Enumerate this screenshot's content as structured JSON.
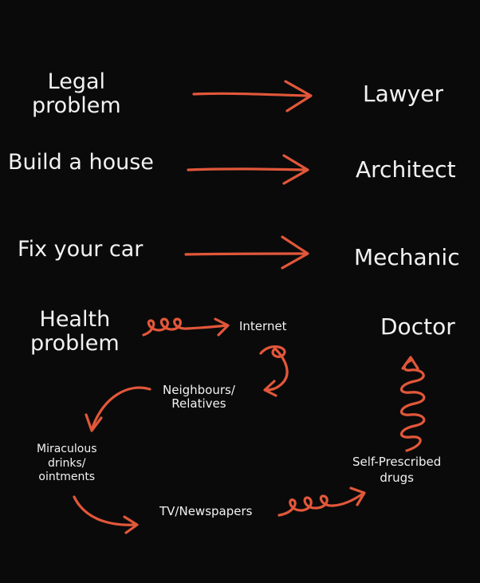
{
  "rows": [
    {
      "problem": "Legal\nproblem",
      "solution": "Lawyer"
    },
    {
      "problem": "Build a house",
      "solution": "Architect"
    },
    {
      "problem": "Fix your car",
      "solution": "Mechanic"
    }
  ],
  "health": {
    "problem": "Health\nproblem",
    "target": "Doctor",
    "cycle": {
      "internet": "Internet",
      "neighbours": "Neighbours/\nRelatives",
      "miraculous": "Miraculous\ndrinks/\nointments",
      "tv": "TV/Newspapers",
      "drugs": "Self-Prescribed\ndrugs"
    }
  },
  "colors": {
    "background": "#0a0a0a",
    "text": "#f2f2f2",
    "arrow": "#e2573a"
  }
}
